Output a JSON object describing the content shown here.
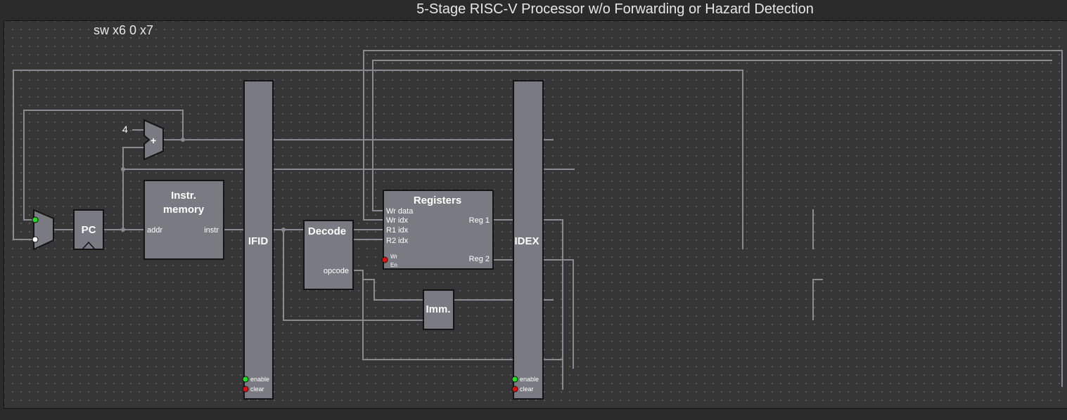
{
  "title": "5-Stage RISC-V Processor w/o Forwarding or Hazard Detection",
  "program_label": "sw x6 0 x7",
  "adder": {
    "const_label": "4",
    "symbol": "+"
  },
  "pc": {
    "label": "PC"
  },
  "instr_memory": {
    "label_line1": "Instr.",
    "label_line2": "memory",
    "port_in": "addr",
    "port_out": "instr"
  },
  "ifid": {
    "label": "IFID",
    "enable": "enable",
    "clear": "clear"
  },
  "decode": {
    "label": "Decode",
    "port_out": "opcode"
  },
  "registers": {
    "label": "Registers",
    "in_ports": [
      "Wr data",
      "Wr idx",
      "R1 idx",
      "R2 idx"
    ],
    "wr_en_line1": "Wr",
    "wr_en_line2": "En",
    "out_ports": [
      "Reg 1",
      "Reg 2"
    ]
  },
  "imm": {
    "label": "Imm."
  },
  "idex": {
    "label": "IDEX",
    "enable": "enable",
    "clear": "clear"
  },
  "colors": {
    "background": "#2b2b2b",
    "canvas": "#363636",
    "block": "#7a7b82",
    "wire": "#8a8b90",
    "enable_led": "#22dd22",
    "clear_led": "#e01010"
  }
}
